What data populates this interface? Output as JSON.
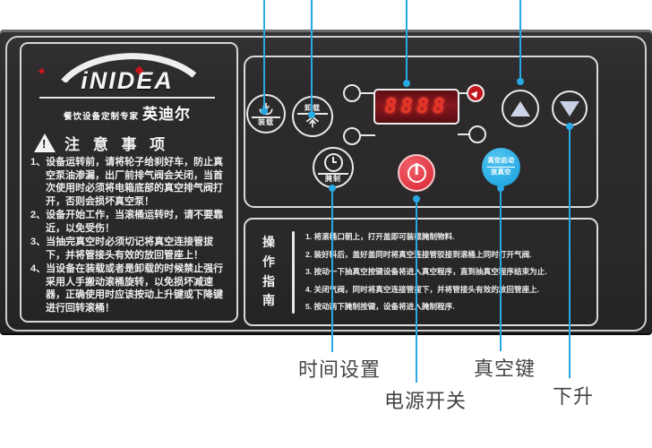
{
  "brand": {
    "logo_text": "iNIDEA",
    "tagline": "餐饮设备定制专家",
    "brand_name": "英迪尔"
  },
  "notice": {
    "title": "注 意 事 项",
    "items": [
      "1、设备运转前，请将轮子给刹好车，防止真空泵油渗漏，出厂前排气阀会关闭，当首次使用时必须将电箱底部的真空排气阀打开，否则会损坏真空泵！",
      "2、设备开始工作，当滚桶运转时，请不要靠近，以免受伤！",
      "3、当抽完真空时必须切记将真空连接管拔下，并将管接头有效的放回管座上！",
      "4、当设备在装载或者是卸载的时候禁止强行采用人手搬动滚桶旋转，以免损坏减速器，正确使用时应该按动上升键或下降键进行回转滚桶！"
    ]
  },
  "controls": {
    "load_label": "装载",
    "unload_label": "卸载",
    "marinate_label": "腌制",
    "vacuum_line1": "真空启动",
    "vacuum_line2": "放真空",
    "display_value": "8888"
  },
  "guide": {
    "title": [
      "操",
      "作",
      "指",
      "南"
    ],
    "steps": [
      "1. 将滚桶口朝上，打开盖即可装载腌制物料.",
      "2. 装好料后，盖好盖同时将真空连接管驳接到滚桶上同时打开气阀.",
      "3. 按动一下抽真空按键设备将进入真空程序，直到抽真空程序结束为止.",
      "4. 关闭气阀，同时将真空连接管拔下，并将管接头有效的放回管座上.",
      "5. 按动两下腌制按键，设备将进入腌制程序."
    ]
  },
  "callouts": {
    "time_setting": "时间设置",
    "power_switch": "电源开关",
    "vacuum_key": "真空键",
    "down_up": "下升"
  },
  "colors": {
    "accent_blue": "#29a9e3",
    "led_red": "#ef372a",
    "power_red": "#e03842",
    "vacuum_blue": "#24a9e2"
  }
}
